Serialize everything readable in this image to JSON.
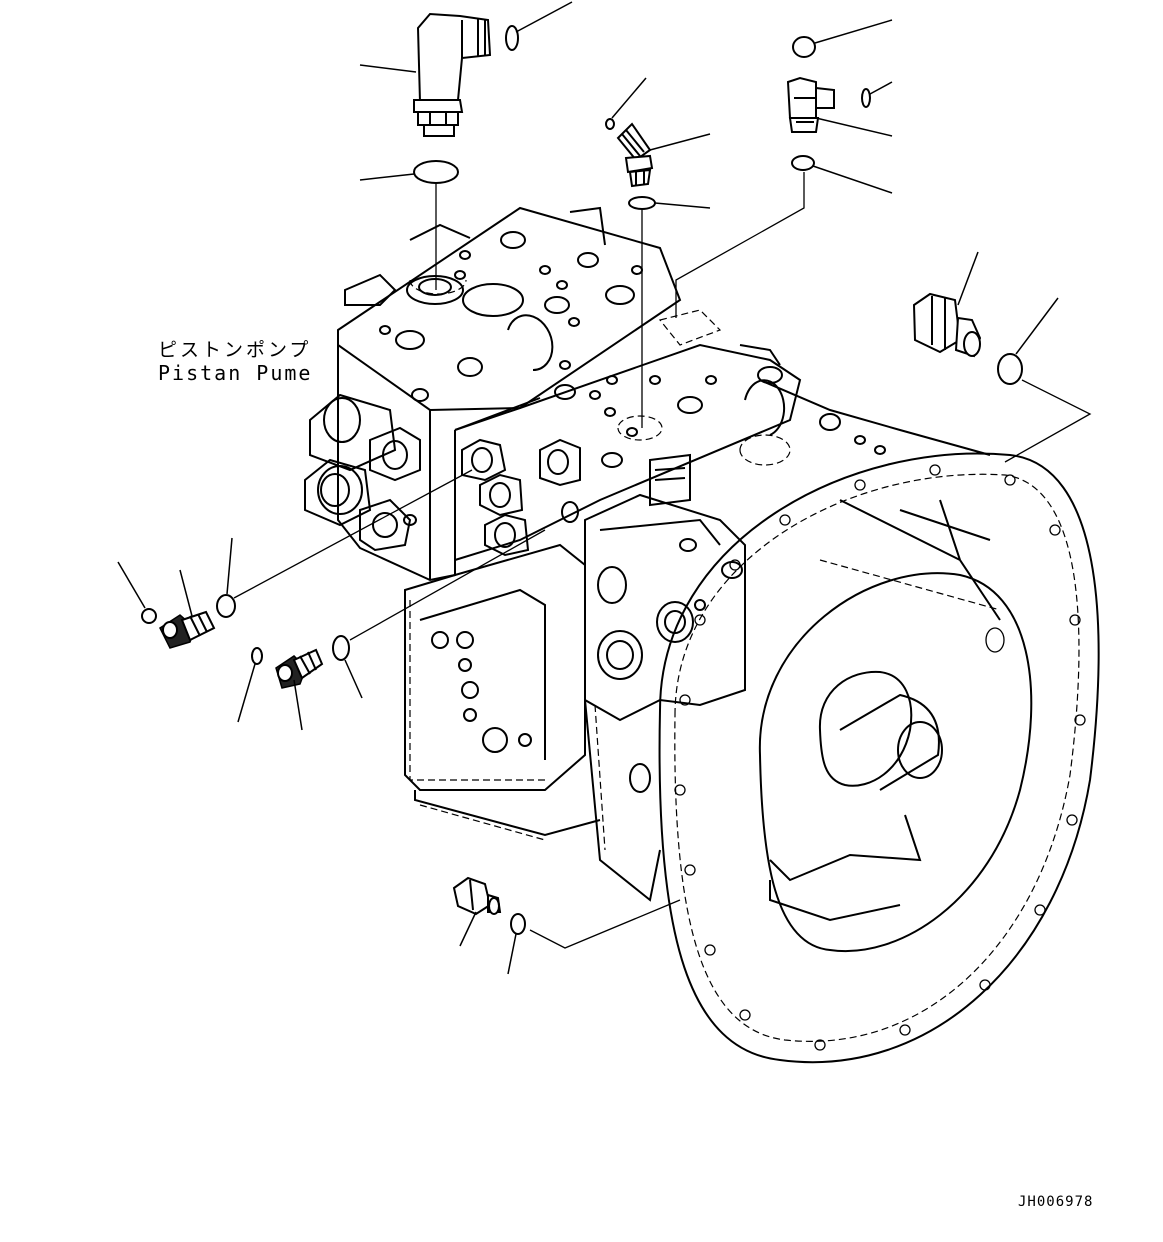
{
  "labels": {
    "pump_japanese": "ピストンポンプ",
    "pump_english": "Pistan Pume",
    "drawing_id": "JH006978"
  },
  "colors": {
    "ink": "#000000",
    "paper": "#ffffff"
  },
  "parts": [
    {
      "name": "elbow-pressure-sensor"
    },
    {
      "name": "o-ring"
    },
    {
      "name": "45-degree-elbow-fitting"
    },
    {
      "name": "tee-fitting"
    },
    {
      "name": "plug"
    },
    {
      "name": "piston-pump"
    }
  ]
}
